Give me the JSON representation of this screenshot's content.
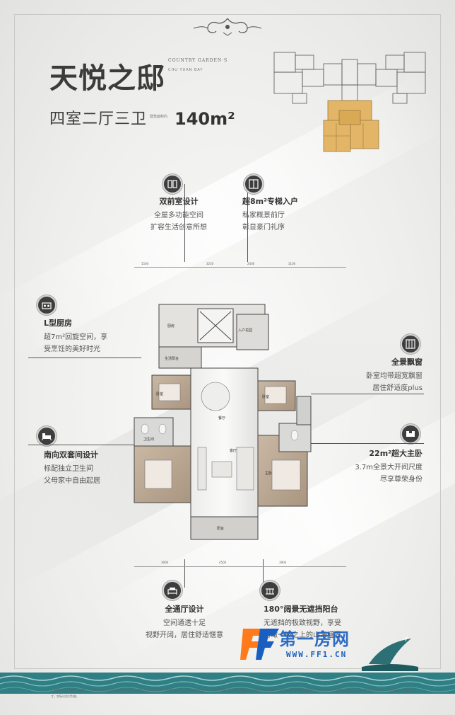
{
  "header": {
    "title": "天悦之邸",
    "subtitle_en": "COUNTRY GARDEN·S",
    "subtitle_en2": "CHU YUAN BAY",
    "layout_type": "四室二厅三卫",
    "area_note": "建筑面积约",
    "area": "140m²"
  },
  "features": {
    "double_foyer": {
      "title": "双前室设计",
      "line1": "全屋多功能空间",
      "line2": "扩容生活创意所想",
      "icon": "foyer-icon"
    },
    "elevator": {
      "title": "超8m²专梯入户",
      "line1": "私家概景前厅",
      "line2": "彰显豪门礼序",
      "icon": "elevator-icon"
    },
    "kitchen": {
      "title": "L型厨房",
      "line1": "超7m²回旋空间，享",
      "line2": "受烹饪的美好时光",
      "icon": "kitchen-icon"
    },
    "bay_window": {
      "title": "全景飘窗",
      "line1": "卧室均带超宽飘窗",
      "line2": "居住舒适度plus",
      "icon": "window-icon"
    },
    "suite": {
      "title": "南向双套间设计",
      "line1": "标配独立卫生间",
      "line2": "父母家中自由起居",
      "icon": "bed-icon"
    },
    "master": {
      "title": "22m²超大主卧",
      "line1": "3.7m全景大开间尺度",
      "line2": "尽享尊荣身份",
      "icon": "master-bed-icon"
    },
    "living": {
      "title": "全通厅设计",
      "line1": "空间通透十足",
      "line2": "视野开阔，居住舒适惬意",
      "icon": "living-icon"
    },
    "balcony": {
      "title": "180°阔景无遮挡阳台",
      "line1": "无遮挡的极致视野，享受",
      "line2": "俯瞰一城之上的山海盛景",
      "icon": "balcony-icon"
    }
  },
  "floorplan": {
    "rooms": {
      "kitchen": "厨房",
      "foyer": "入户花园",
      "dining": "餐厅",
      "living": "客厅",
      "bedroom1": "卧室",
      "bedroom2": "卧室",
      "master": "主卧",
      "bath": "卫生间",
      "balcony": "阳台",
      "utility": "生活阳台"
    },
    "dims_top": [
      "1500",
      "3250",
      "2400",
      "3100"
    ],
    "dims_bottom": [
      "3900",
      "4500",
      "3900"
    ]
  },
  "watermark": {
    "text": "第一房网",
    "url": "WWW.FF1.CN"
  },
  "footer": {
    "note": "1.本图所示户型面积、形状、尺寸等以政府相关部门最终批准的规划为准；2.本资料所示户型图仅供参考，不作为认购依据；3.户型图中家具、家电等为装饰效果，不属于交付标准；4.本户型平面图中所示家私仅供参考，实际以合同约定为准；5.户型图中涉及的空间尺寸为轴线尺寸，非净空尺寸，实际以交付为准。"
  },
  "colors": {
    "accent": "#3e3e3e",
    "keyplan_highlight": "#e3b567",
    "watermark": "#1a5fc0"
  }
}
